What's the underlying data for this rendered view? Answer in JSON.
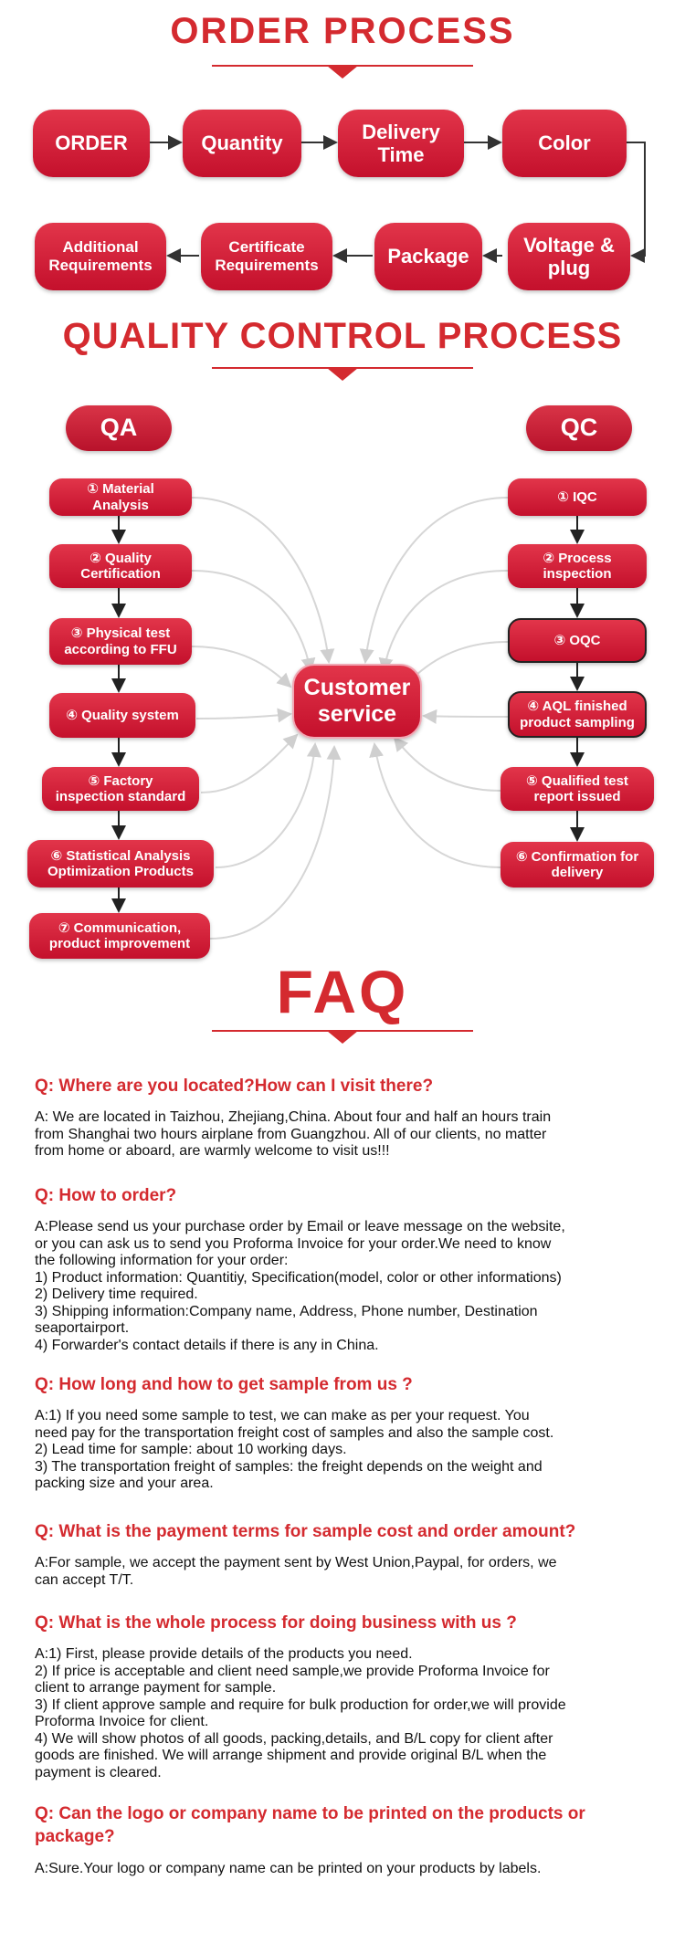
{
  "order_process": {
    "title": "ORDER PROCESS",
    "steps": [
      "ORDER",
      "Quantity",
      "Delivery\nTime",
      "Color",
      "Voltage &\nplug",
      "Package",
      "Certificate\nRequirements",
      "Additional\nRequirements"
    ]
  },
  "quality_control": {
    "title": "QUALITY CONTROL PROCESS",
    "qa_label": "QA",
    "qc_label": "QC",
    "center_label": "Customer\nservice",
    "qa_steps": [
      "① Material\nAnalysis",
      "② Quality\nCertification",
      "③ Physical test\naccording to FFU",
      "④ Quality system",
      "⑤ Factory\ninspection standard",
      "⑥ Statistical Analysis\nOptimization Products",
      "⑦ Communication,\nproduct improvement"
    ],
    "qc_steps": [
      "① IQC",
      "② Process\ninspection",
      "③ OQC",
      "④ AQL finished\nproduct sampling",
      "⑤ Qualified test\nreport issued",
      "⑥ Confirmation for\ndelivery"
    ]
  },
  "faq": {
    "title": "FAQ",
    "items": [
      {
        "q": "Q: Where are you located?How can I visit there?",
        "a": "A: We are located in Taizhou, Zhejiang,China. About four and half an hours train\nfrom Shanghai two hours airplane from Guangzhou. All of our clients, no matter\nfrom home or aboard, are warmly welcome to visit us!!!"
      },
      {
        "q": "Q: How to order?",
        "a": "A:Please send us your purchase order by Email or leave message on the website,\nor you can ask us to send you Proforma Invoice for your order.We need to know\nthe following information for your order:\n1) Product information: Quantitiy, Specification(model, color or other informations)\n2) Delivery time required.\n3) Shipping information:Company name, Address, Phone number, Destination\nseaportairport.\n4) Forwarder's contact details if there is any in China."
      },
      {
        "q": "Q: How long and how to get sample from us ?",
        "a": "A:1) If you need some sample to test, we can make as per your request. You\nneed pay for the transportation freight cost of samples and also the sample cost.\n2) Lead time for sample: about 10 working days.\n3) The transportation freight of samples: the freight depends on the weight and\npacking size and your area."
      },
      {
        "q": "Q: What is the payment terms for sample cost and order amount?",
        "a": "A:For sample, we accept the payment sent by West Union,Paypal, for orders, we\ncan accept T/T."
      },
      {
        "q": "Q: What is the whole process for doing business with us ?",
        "a": "A:1) First, please provide details of the products you need.\n2) If price is acceptable and client need sample,we provide Proforma Invoice for\nclient to arrange payment for sample.\n3) If client approve sample and require for bulk production for order,we will provide\nProforma Invoice for client.\n4) We will show photos of all goods, packing,details, and B/L copy for client after\ngoods are finished. We will arrange shipment and provide original B/L when the\npayment is cleared."
      },
      {
        "q": "Q: Can the logo or company name to be printed on the products or\npackage?",
        "a": "A:Sure.Your logo or company name can be printed on your products by labels."
      }
    ]
  },
  "colors": {
    "brand_red": "#d42a2f",
    "pill_red": "#c4102c",
    "text": "#111111"
  }
}
